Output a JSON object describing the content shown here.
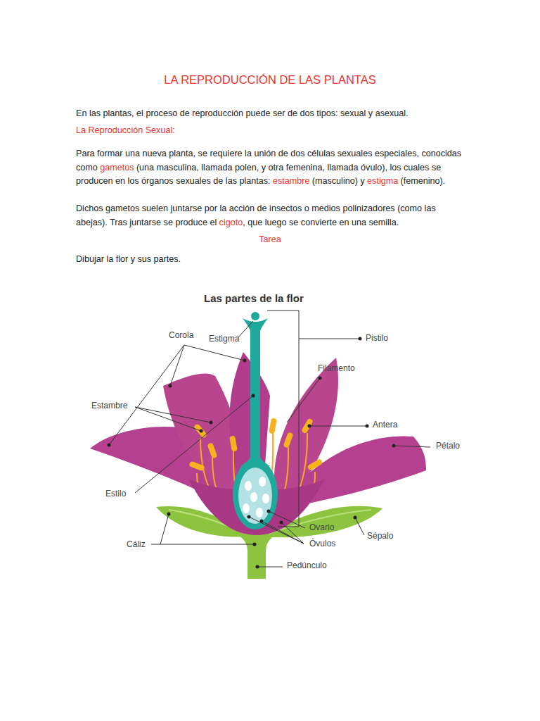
{
  "diagram": {
    "title": "LA REPRODUCCIÓN DE LAS PLANTAS",
    "labels": [
      "En las plantas, el proceso de reproducción puede ser de dos tipos: sexual y asexual.",
      "La Reproducción Sexual:",
      "Para formar una nueva planta, se requiere la unión de dos células sexuales especiales, conocidas como",
      "gametos",
      "(una masculina, llamada polen, y otra femenina, llamada óvulo), los cuales se producen en los órganos sexuales de las plantas:",
      "estambre",
      "(masculino) y",
      "estigma",
      "(femenino).",
      "Dichos gametos suelen juntarse por la acción de insectos o medios polinizadores (como las abejas). Tras juntarse se produce el",
      "cigoto",
      ", que luego se convierte en una semilla.",
      "Tarea",
      "Dibujar la flor y sus partes.",
      "Las partes de la flor",
      "Corola",
      "Estigma",
      "Pistilo",
      "Filamento",
      "Estambre",
      "Antera",
      "Pétalo",
      "Estilo",
      "Ovario",
      "Sépalo",
      "Cáliz",
      "Óvulos",
      "Pedúnculo"
    ]
  }
}
